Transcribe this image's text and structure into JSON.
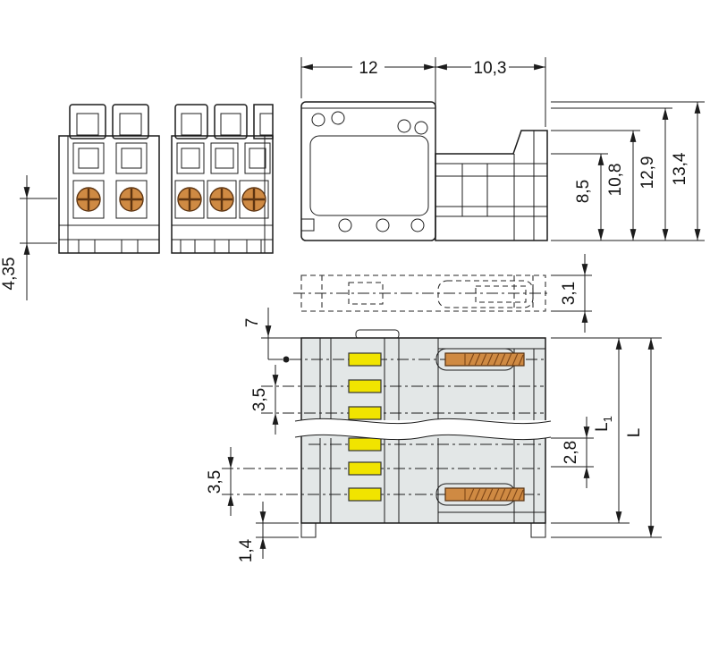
{
  "page": {
    "background": "#ffffff"
  },
  "colors": {
    "contact_yellow": "#f1e400",
    "pin_copper": "#cf8a43",
    "body_gray": "#dde2e2"
  },
  "dims": {
    "housing_width": "12",
    "plug_width": "10,3",
    "front_height": "4,35",
    "h_contact": "8,5",
    "h_latch": "10,8",
    "h_body": "12,9",
    "h_total": "13,4",
    "phantom_offset": "3,1",
    "pin_length": "7",
    "pitch_upper": "3,5",
    "pitch_lower": "3,5",
    "slot_width": "2,8",
    "foot_height": "1,4",
    "l1_base": "L",
    "l1_sub": "1",
    "l_total": "L"
  }
}
